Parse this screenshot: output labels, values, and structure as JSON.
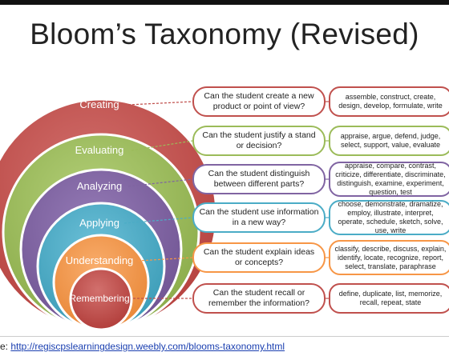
{
  "title": "Bloom’s Taxonomy (Revised)",
  "colors": {
    "creating": "#c0504d",
    "evaluating": "#9bbb59",
    "analyzing": "#8064a2",
    "applying": "#4bacc6",
    "understanding": "#f79646",
    "remembering": "#c0504d"
  },
  "levels": [
    {
      "name": "Creating",
      "question": "Can the student create a new product or point of view?",
      "verbs": "assemble, construct, create, design, develop, formulate, write"
    },
    {
      "name": "Evaluating",
      "question": "Can the student justify a stand or decision?",
      "verbs": "appraise, argue, defend, judge, select, support, value, evaluate"
    },
    {
      "name": "Analyzing",
      "question": "Can the student distinguish between different parts?",
      "verbs": "appraise, compare, contrast, criticize, differentiate, discriminate, distinguish, examine, experiment, question, test"
    },
    {
      "name": "Applying",
      "question": "Can the student use information in a new way?",
      "verbs": "choose, demonstrate, dramatize, employ, illustrate, interpret, operate, schedule, sketch, solve, use, write"
    },
    {
      "name": "Understanding",
      "question": "Can the student explain ideas or concepts?",
      "verbs": "classify, describe, discuss, explain, identify, locate, recognize, report, select, translate, paraphrase"
    },
    {
      "name": "Remembering",
      "question": "Can the student recall or remember the information?",
      "verbs": "define, duplicate, list, memorize, recall, repeat, state"
    }
  ],
  "source": {
    "prefix": "e: ",
    "link": "http://regiscpslearningdesign.weebly.com/blooms-taxonomy.html"
  }
}
